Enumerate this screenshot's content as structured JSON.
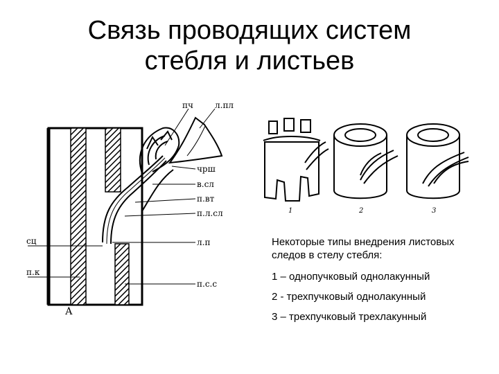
{
  "title": {
    "line1": "Связь проводящих систем",
    "line2": "стебля и листьев"
  },
  "figure_a": {
    "labels": {
      "pch": "пч",
      "lpl": "л.пл",
      "chrsh": "чрш",
      "vsl": "в.сл",
      "pvt": "п.вт",
      "plsl": "п.л.сл",
      "lp": "л.п",
      "sc": "сц",
      "pk": "п.к",
      "psc": "п.с.с",
      "a": "А"
    }
  },
  "figure_b": {
    "labels": [
      "1",
      "2",
      "3"
    ]
  },
  "caption": {
    "intro": "Некоторые типы внедрения листовых следов в стелу стебля:",
    "items": [
      "1 – однопучковый однолакунный",
      "2 - трехпучковый однолакунный",
      "3 – трехпучковый трехлакунный"
    ]
  }
}
